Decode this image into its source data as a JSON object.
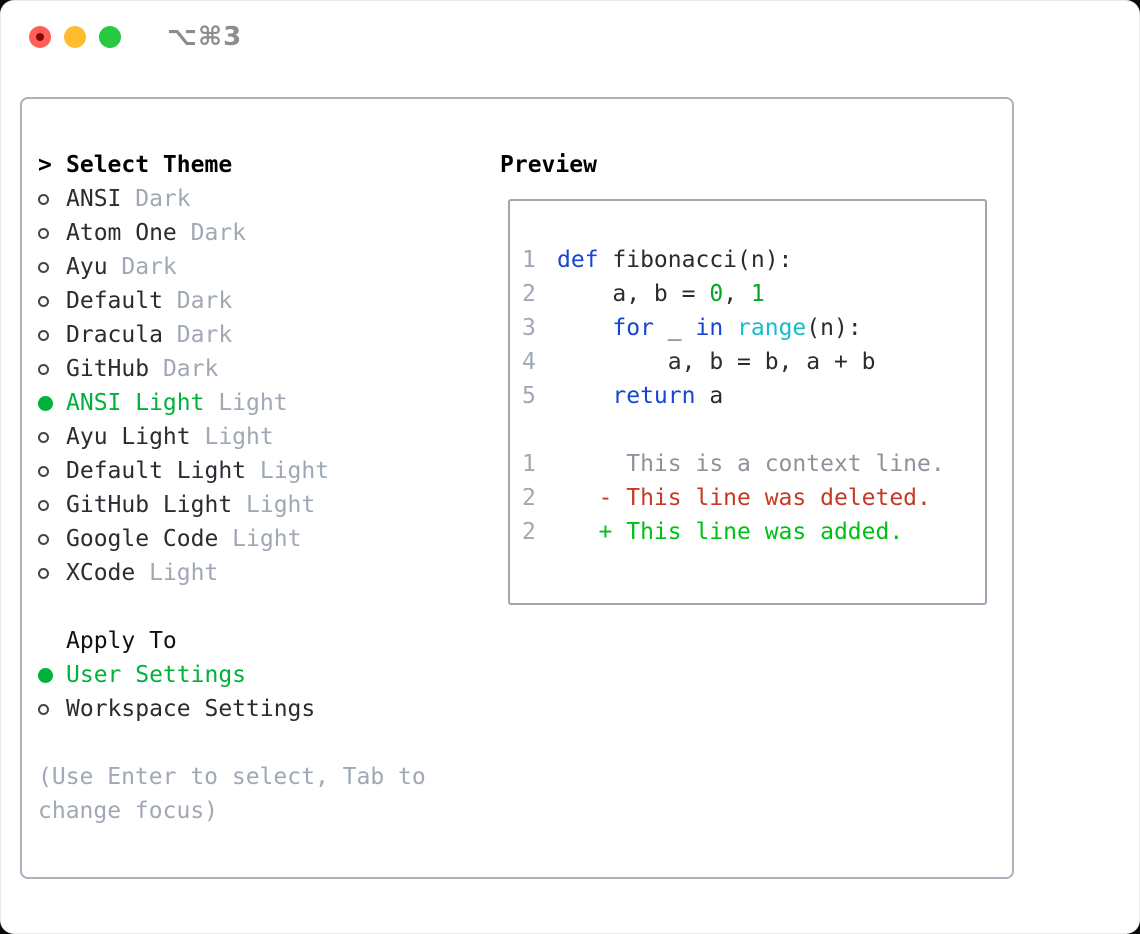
{
  "window": {
    "title_shortcut": "⌥⌘3",
    "traffic_lights": [
      "close",
      "minimize",
      "zoom"
    ]
  },
  "theme_selector": {
    "marker": ">",
    "heading": "Select Theme",
    "items": [
      {
        "name": "ANSI",
        "variant": "Dark",
        "selected": false
      },
      {
        "name": "Atom One",
        "variant": "Dark",
        "selected": false
      },
      {
        "name": "Ayu",
        "variant": "Dark",
        "selected": false
      },
      {
        "name": "Default",
        "variant": "Dark",
        "selected": false
      },
      {
        "name": "Dracula",
        "variant": "Dark",
        "selected": false
      },
      {
        "name": "GitHub",
        "variant": "Dark",
        "selected": false
      },
      {
        "name": "ANSI Light",
        "variant": "Light",
        "selected": true
      },
      {
        "name": "Ayu Light",
        "variant": "Light",
        "selected": false
      },
      {
        "name": "Default Light",
        "variant": "Light",
        "selected": false
      },
      {
        "name": "GitHub Light",
        "variant": "Light",
        "selected": false
      },
      {
        "name": "Google Code",
        "variant": "Light",
        "selected": false
      },
      {
        "name": "XCode",
        "variant": "Light",
        "selected": false
      }
    ]
  },
  "apply_to": {
    "heading": "Apply To",
    "options": [
      {
        "label": "User Settings",
        "selected": true
      },
      {
        "label": "Workspace Settings",
        "selected": false
      }
    ]
  },
  "help": {
    "lines": [
      "(Use Enter to select, Tab to",
      "change focus)"
    ]
  },
  "preview": {
    "heading": "Preview",
    "code_lines": [
      {
        "no": "1",
        "segments": [
          {
            "t": "def",
            "c": "kw"
          },
          {
            "t": " fibonacci(n):",
            "c": "plain"
          }
        ]
      },
      {
        "no": "2",
        "segments": [
          {
            "t": "    a, b = ",
            "c": "plain"
          },
          {
            "t": "0",
            "c": "lit"
          },
          {
            "t": ", ",
            "c": "plain"
          },
          {
            "t": "1",
            "c": "lit"
          }
        ]
      },
      {
        "no": "3",
        "segments": [
          {
            "t": "    ",
            "c": "plain"
          },
          {
            "t": "for",
            "c": "kw"
          },
          {
            "t": " _ ",
            "c": "plain"
          },
          {
            "t": "in",
            "c": "kw"
          },
          {
            "t": " ",
            "c": "plain"
          },
          {
            "t": "range",
            "c": "builtin"
          },
          {
            "t": "(n):",
            "c": "plain"
          }
        ]
      },
      {
        "no": "4",
        "segments": [
          {
            "t": "        a, b = b, a + b",
            "c": "plain"
          }
        ]
      },
      {
        "no": "5",
        "segments": [
          {
            "t": "    ",
            "c": "plain"
          },
          {
            "t": "return",
            "c": "kw"
          },
          {
            "t": " a",
            "c": "plain"
          }
        ]
      },
      {
        "no": "",
        "segments": []
      },
      {
        "no": "1",
        "segments": [
          {
            "t": "     This is a context line.",
            "c": "ctx"
          }
        ]
      },
      {
        "no": "2",
        "segments": [
          {
            "t": "   - This line was deleted.",
            "c": "del"
          }
        ]
      },
      {
        "no": "2",
        "segments": [
          {
            "t": "   + This line was added.",
            "c": "add"
          }
        ]
      }
    ]
  },
  "colors": {
    "ink": "#2b2b31",
    "muted": "#9fa8b4",
    "ctx": "#8d939c",
    "ln": "#9fa8b4",
    "kw": "#1745d1",
    "builtin": "#13bdc9",
    "lit": "#00a822",
    "add": "#00c013",
    "del": "#c63a25",
    "green": "#00b13c",
    "border": "#aab2bc",
    "border2": "#9ea7b1",
    "title-color": "#8c8c91",
    "red-light": "#ff5f57",
    "red-dot": "#820b06",
    "yellow-light": "#febc2e",
    "green-light": "#28c840"
  }
}
